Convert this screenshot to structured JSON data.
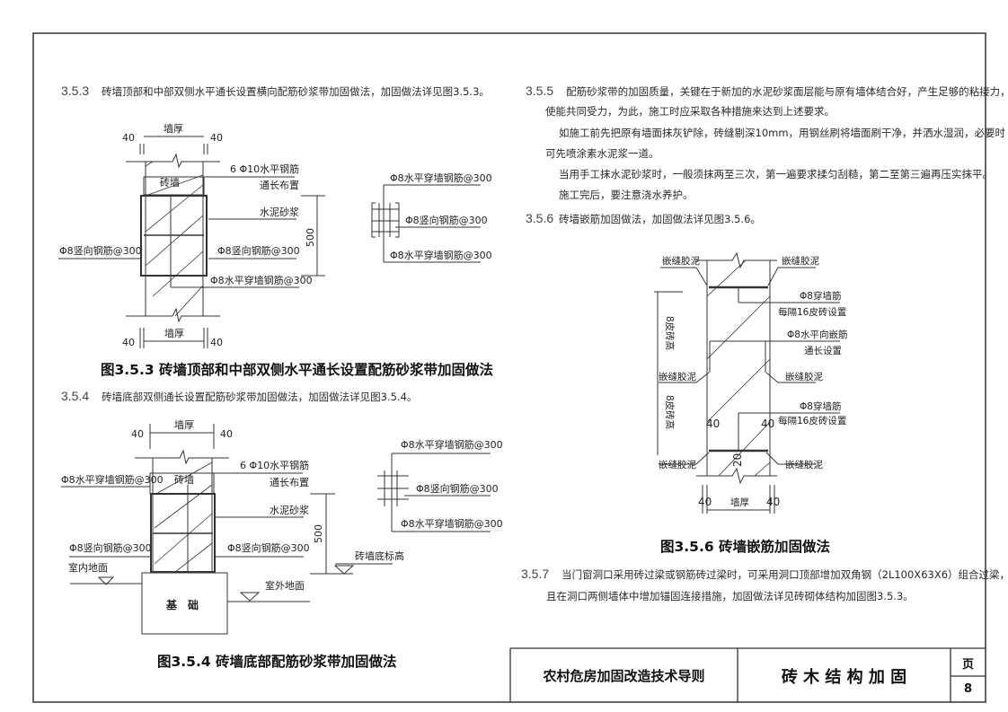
{
  "sections": {
    "s353": {
      "num": "3.5.3",
      "text": "砖墙顶部和中部双侧水平通长设置横向配筋砂浆带加固做法，加固做法详见图3.5.3。"
    },
    "s354": {
      "num": "3.5.4",
      "text": "砖墙底部双侧通长设置配筋砂浆带加固做法，加固做法详见图3.5.4。"
    },
    "s355": {
      "num": "3.5.5",
      "lines": [
        "配筋砂浆带的加固质量，关键在于新加的水泥砂浆面层能与原有墙体结合好，产生足够的粘接力，",
        "使能共同受力，为此，施工时应采取各种措施来达到上述要求。",
        "如施工前先把原有墙面抹灰铲除，砖缝剔深10mm，用钢丝刷将墙面刷干净，并洒水湿润，必要时",
        "可先喷涂素水泥浆一道。",
        "当用手工抹水泥砂浆时，一般须抹两至三次，第一遍要求揉匀刮糙，第二至第三遍再压实抹平。",
        "施工完后，要注意浇水养护。"
      ]
    },
    "s356": {
      "num": "3.5.6",
      "text": "砖墙嵌筋加固做法，加固做法详见图3.5.6。"
    },
    "s357": {
      "num": "3.5.7",
      "lines": [
        "当门窗洞口采用砖过梁或钢筋砖过梁时，可采用洞口顶部增加双角钢（2L100X63X6）组合过梁，",
        "且在洞口两侧墙体中增加锚固连接措施，加固做法详见砖砌体结构加固图3.5.3。"
      ]
    }
  },
  "fig353": {
    "caption": "图3.5.3 砖墙顶部和中部双侧水平通长设置配筋砂浆带加固做法",
    "dim40": "40",
    "wall_thk": "墙厚",
    "wall": "砖墙",
    "dim500": "500",
    "h_bars": "6 Φ10水平钢筋",
    "through": "通长布置",
    "mortar": "水泥砂浆",
    "v_bar": "Φ8竖向钢筋@300",
    "h_through_bar": "Φ8水平穿墙钢筋@300"
  },
  "fig354": {
    "caption": "图3.5.4 砖墙底部配筋砂浆带加固做法",
    "dim40": "40",
    "wall_thk": "墙厚",
    "wall": "砖墙",
    "dim500": "500",
    "h_bars": "6 Φ10水平钢筋",
    "through": "通长布置",
    "mortar": "水泥砂浆",
    "v_bar": "Φ8竖向钢筋@300",
    "h_through_bar": "Φ8水平穿墙钢筋@300",
    "indoor": "室内地面",
    "outdoor": "室外地面",
    "wall_base": "砖墙底标高",
    "foundation": "基　础"
  },
  "fig356": {
    "caption": "图3.5.6 砖墙嵌筋加固做法",
    "joint": "嵌缝胶泥",
    "through_bar": "Φ8穿墙筋",
    "every16": "每隔16皮砖设置",
    "h_embed": "Φ8水平向嵌筋",
    "through": "通长设置",
    "brick8": "8皮砖高",
    "dim40": "40",
    "dim20": "20",
    "wall_thk": "墙厚"
  },
  "title_block": {
    "book": "农村危房加固改造技术导则",
    "chapter": "砖 木 结 构 加 固",
    "page_label": "页",
    "page": "8"
  }
}
